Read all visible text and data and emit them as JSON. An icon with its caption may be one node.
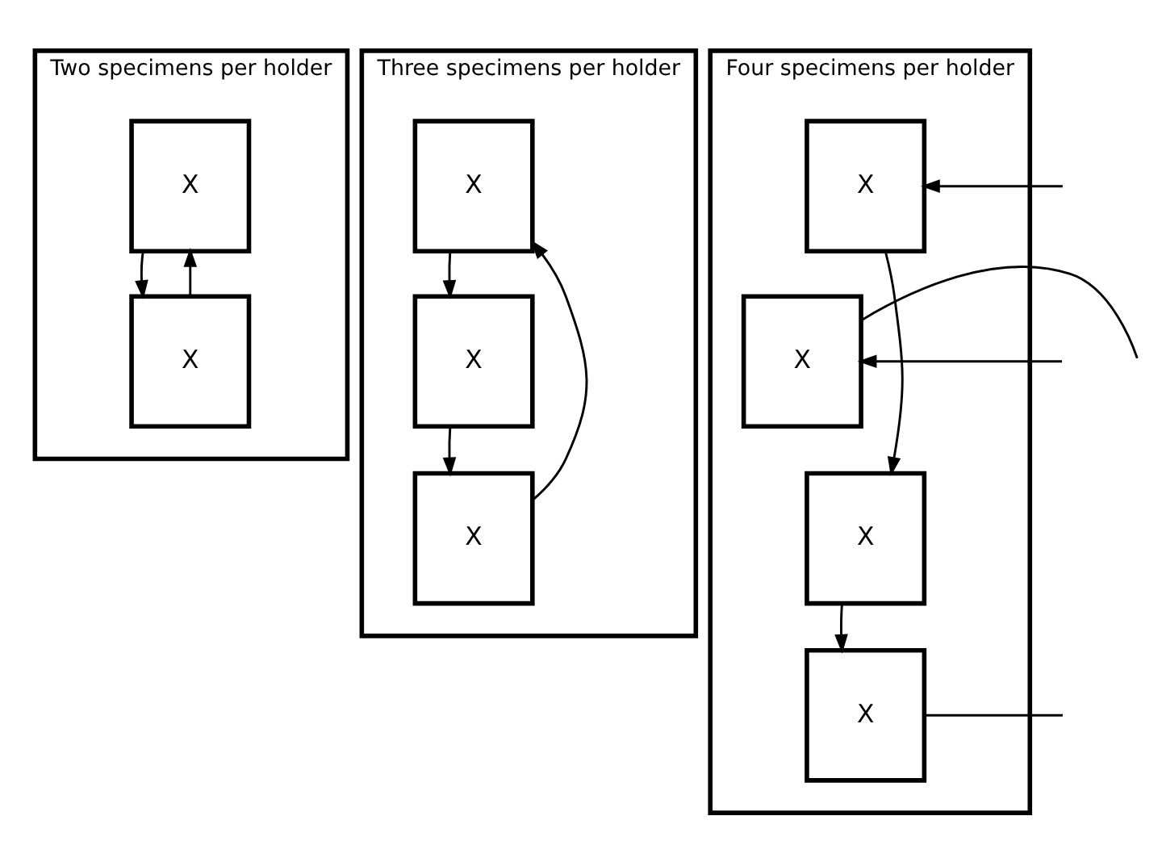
{
  "diagram": {
    "nodes": [
      {
        "text": [
          "Two specimens per holder"
        ]
      },
      {
        "text": [
          "X"
        ],
        "in": 0
      },
      {
        "text": [
          "X"
        ],
        "in": 0
      },
      {
        "text": [
          "Three specimens per holder"
        ]
      },
      {
        "text": [
          "X"
        ],
        "in": 3
      },
      {
        "text": [
          "X"
        ],
        "in": 3
      },
      {
        "text": [
          "X"
        ],
        "in": 3
      },
      {
        "text": [
          "Four specimens per holder"
        ]
      },
      {
        "text": [
          "X"
        ],
        "in": 7
      },
      {
        "text": [
          "X"
        ],
        "in": 7
      },
      {
        "text": [
          "X"
        ],
        "in": 7
      },
      {
        "text": [
          "X"
        ],
        "in": 7
      }
    ],
    "edges": [
      {
        "from": 1,
        "to": 2,
        "arrow": "to"
      },
      {
        "from": 2,
        "to": 1,
        "arrow": "to"
      },
      {
        "from": 4,
        "to": 5,
        "arrow": "to"
      },
      {
        "from": 5,
        "to": 6,
        "arrow": "to"
      },
      {
        "from": 6,
        "to": 4,
        "arrow": "to"
      },
      {
        "from": null,
        "to": 8,
        "arrow": "to"
      },
      {
        "from": 9,
        "to": null,
        "arrow": "none"
      },
      {
        "from": null,
        "to": 9,
        "arrow": "to"
      },
      {
        "from": 8,
        "to": 10,
        "arrow": "to"
      },
      {
        "from": 10,
        "to": 11,
        "arrow": "to"
      },
      {
        "from": 11,
        "to": null,
        "arrow": "none"
      }
    ]
  }
}
